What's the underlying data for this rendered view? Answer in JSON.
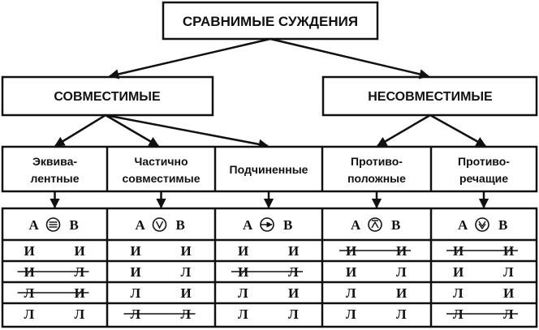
{
  "title": "СРАВНИМЫЕ СУЖДЕНИЯ",
  "groups": [
    "СОВМЕСТИМЫЕ",
    "НЕСОВМЕСТИМЫЕ"
  ],
  "types": [
    {
      "lines": [
        "Эквива-",
        "лентные"
      ]
    },
    {
      "lines": [
        "Частично",
        "совместимые"
      ]
    },
    {
      "lines": [
        "Подчиненные"
      ]
    },
    {
      "lines": [
        "Противо-",
        "положные"
      ]
    },
    {
      "lines": [
        "Противо-",
        "речащие"
      ]
    }
  ],
  "symbol_labels": {
    "a": "А",
    "b": "В"
  },
  "symbols": [
    "equivalence-icon",
    "partial-overlap-icon",
    "subordination-icon",
    "contrary-icon",
    "contradictory-icon"
  ],
  "truth_tables": [
    {
      "rows": [
        [
          "И",
          "И",
          false
        ],
        [
          "И",
          "Л",
          true
        ],
        [
          "Л",
          "И",
          true
        ],
        [
          "Л",
          "Л",
          false
        ]
      ]
    },
    {
      "rows": [
        [
          "И",
          "И",
          false
        ],
        [
          "И",
          "Л",
          false
        ],
        [
          "Л",
          "И",
          false
        ],
        [
          "Л",
          "Л",
          true
        ]
      ]
    },
    {
      "rows": [
        [
          "И",
          "И",
          false
        ],
        [
          "И",
          "Л",
          true
        ],
        [
          "Л",
          "И",
          false
        ],
        [
          "Л",
          "Л",
          false
        ]
      ]
    },
    {
      "rows": [
        [
          "И",
          "И",
          true
        ],
        [
          "И",
          "Л",
          false
        ],
        [
          "Л",
          "И",
          false
        ],
        [
          "Л",
          "Л",
          false
        ]
      ]
    },
    {
      "rows": [
        [
          "И",
          "И",
          true
        ],
        [
          "И",
          "Л",
          false
        ],
        [
          "Л",
          "И",
          false
        ],
        [
          "Л",
          "Л",
          true
        ]
      ]
    }
  ]
}
